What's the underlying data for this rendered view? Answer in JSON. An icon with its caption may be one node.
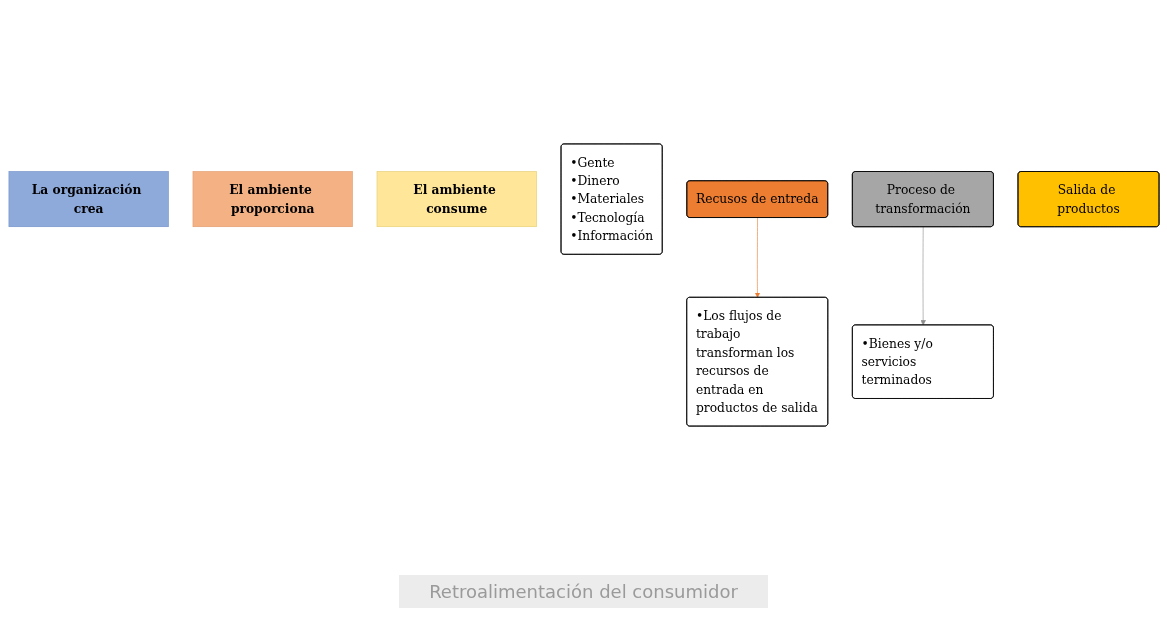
{
  "diagram": {
    "nodes": [
      {
        "text": [
          "La organización crea"
        ]
      },
      {
        "text": [
          "El ambiente proporciona"
        ]
      },
      {
        "text": [
          "El ambiente consume"
        ]
      },
      {
        "text": [
          "•Gente",
          "•Dinero",
          "•Materiales",
          "•Tecnología",
          "•Información"
        ]
      },
      {
        "text": [
          "Recusos de entreda"
        ]
      },
      {
        "text": [
          "•Los flujos de trabajo transforman los recursos de entrada en productos de salida"
        ]
      },
      {
        "text": [
          "Proceso de transformación"
        ]
      },
      {
        "text": [
          "•Bienes y/o servicios terminados"
        ]
      },
      {
        "text": [
          "Salida de productos"
        ]
      }
    ],
    "edges": [
      {
        "from": 4,
        "to": 5,
        "arrow": "to",
        "color": "#ed7d31"
      },
      {
        "from": 6,
        "to": 7,
        "arrow": "to",
        "color": "#8c8c8c"
      }
    ],
    "labels": [
      "Retroalimentación del consumidor"
    ]
  }
}
